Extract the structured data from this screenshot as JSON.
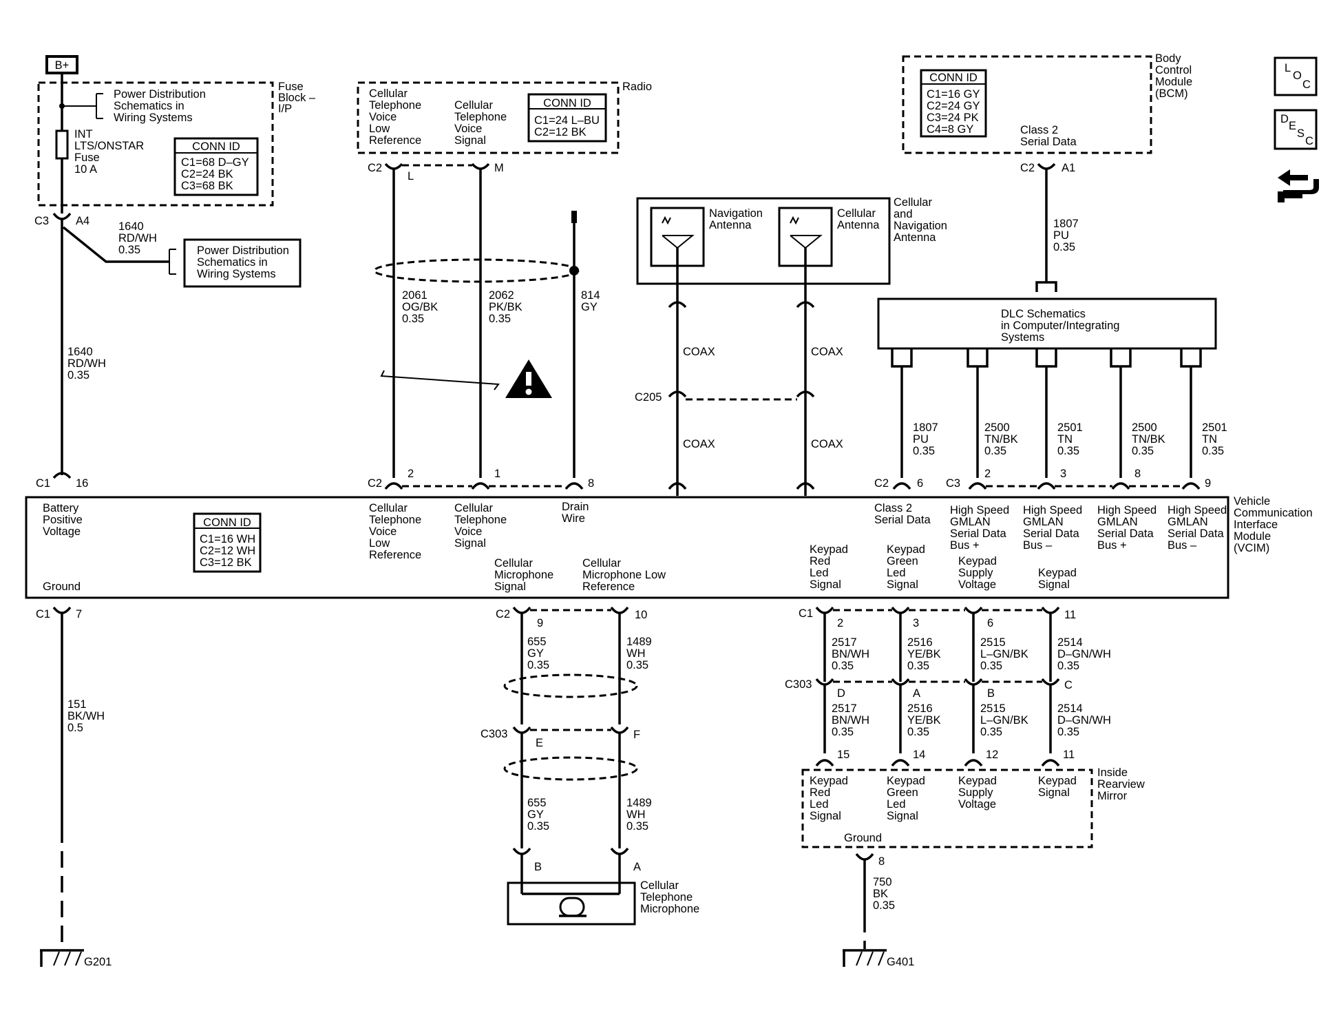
{
  "b_plus": "B+",
  "fuse_block": {
    "title": "Fuse\nBlock –\nI/P",
    "ref": "Power Distribution\nSchematics in\nWiring Systems",
    "fuse": "INT\nLTS/ONSTAR\nFuse\n10 A",
    "conn_title": "CONN ID",
    "conn": "C1=68 D–GY\nC2=24 BK\nC3=68 BK",
    "c3": "C3",
    "a4": "A4"
  },
  "pd_wire": {
    "label": "1640\nRD/WH\n0.35",
    "box": "Power Distribution\nSchematics in\nWiring Systems"
  },
  "left_wire": {
    "label": "1640\nRD/WH\n0.35",
    "c1_top": "C1",
    "pin_top": "16",
    "c1_bot": "C1",
    "pin_bot": "7",
    "ground_label": "151\nBK/WH\n0.5",
    "ground": "G201"
  },
  "radio": {
    "title": "Radio",
    "pin_l_label": "Cellular\nTelephone\nVoice\nLow\nReference",
    "pin_m_label": "Cellular\nTelephone\nVoice\nSignal",
    "conn_title": "CONN ID",
    "conn": "C1=24 L–BU\nC2=12 BK",
    "c2": "C2",
    "pin_l": "L",
    "pin_m": "M"
  },
  "radio_wires": {
    "w1": "2061\nOG/BK\n0.35",
    "w2": "2062\nPK/BK\n0.35",
    "drain": "814\nGY",
    "c2": "C2",
    "p2": "2",
    "p1": "1",
    "p8": "8"
  },
  "antenna": {
    "title": "Cellular\nand\nNavigation\nAntenna",
    "nav": "Navigation\nAntenna",
    "cell": "Cellular\nAntenna",
    "coax": "COAX",
    "c205": "C205"
  },
  "bcm": {
    "title": "Body\nControl\nModule\n(BCM)",
    "conn_title": "CONN ID",
    "conn": "C1=16 GY\nC2=24 GY\nC3=24 PK\nC4=8 GY",
    "pin_label": "Class 2\nSerial Data",
    "c2": "C2",
    "a1": "A1",
    "wire": "1807\nPU\n0.35"
  },
  "dlc": {
    "label": "DLC Schematics\nin Computer/Integrating\nSystems",
    "w1": "1807\nPU\n0.35",
    "w2": "2500\nTN/BK\n0.35",
    "w3": "2501\nTN\n0.35",
    "w4": "2500\nTN/BK\n0.35",
    "w5": "2501\nTN\n0.35",
    "c2": "C2",
    "p6": "6",
    "c3": "C3",
    "p2": "2",
    "p3": "3",
    "p8": "8",
    "p9": "9"
  },
  "vcim": {
    "title": "Vehicle\nCommunication\nInterface\nModule\n(VCIM)",
    "battery": "Battery\nPositive\nVoltage",
    "ground": "Ground",
    "conn_title": "CONN ID",
    "conn": "C1=16 WH\nC2=12 WH\nC3=12 BK",
    "cell_low_ref": "Cellular\nTelephone\nVoice\nLow\nReference",
    "cell_signal": "Cellular\nTelephone\nVoice\nSignal",
    "drain": "Drain\nWire",
    "mic_signal": "Cellular\nMicrophone\nSignal",
    "mic_low_ref": "Cellular\nMicrophone Low\nReference",
    "class2": "Class 2\nSerial Data",
    "gmlan1": "High Speed\nGMLAN\nSerial Data\nBus +",
    "gmlan2": "High Speed\nGMLAN\nSerial Data\nBus –",
    "gmlan3": "High Speed\nGMLAN\nSerial Data\nBus +",
    "gmlan4": "High Speed\nGMLAN\nSerial Data\nBus –",
    "kp_red": "Keypad\nRed\nLed\nSignal",
    "kp_green": "Keypad\nGreen\nLed\nSignal",
    "kp_supply": "Keypad\nSupply\nVoltage",
    "kp_signal": "Keypad\nSignal"
  },
  "mic": {
    "c2": "C2",
    "p9": "9",
    "p10": "10",
    "w1": "655\nGY\n0.35",
    "w2": "1489\nWH\n0.35",
    "c303": "C303",
    "pe": "E",
    "pf": "F",
    "w3": "655\nGY\n0.35",
    "w4": "1489\nWH\n0.35",
    "pb": "B",
    "pa": "A",
    "title": "Cellular\nTelephone\nMicrophone"
  },
  "keypad": {
    "c1": "C1",
    "p2": "2",
    "p3": "3",
    "p6": "6",
    "p11": "11",
    "w1": "2517\nBN/WH\n0.35",
    "w2": "2516\nYE/BK\n0.35",
    "w3": "2515\nL–GN/BK\n0.35",
    "w4": "2514\nD–GN/WH\n0.35",
    "c303": "C303",
    "pd": "D",
    "pa": "A",
    "pb": "B",
    "pc": "C",
    "w5": "2517\nBN/WH\n0.35",
    "w6": "2516\nYE/BK\n0.35",
    "w7": "2515\nL–GN/BK\n0.35",
    "w8": "2514\nD–GN/WH\n0.35",
    "p15": "15",
    "p14": "14",
    "p12": "12",
    "p11b": "11"
  },
  "mirror": {
    "title": "Inside\nRearview\nMirror",
    "red": "Keypad\nRed\nLed\nSignal",
    "green": "Keypad\nGreen\nLed\nSignal",
    "supply": "Keypad\nSupply\nVoltage",
    "signal": "Keypad\nSignal",
    "ground": "Ground",
    "p8": "8",
    "wire": "750\nBK\n0.35",
    "g401": "G401"
  },
  "side_icons": {
    "loc": [
      "L",
      "O",
      "C"
    ],
    "desc": [
      "D",
      "E",
      "S",
      "C"
    ]
  }
}
